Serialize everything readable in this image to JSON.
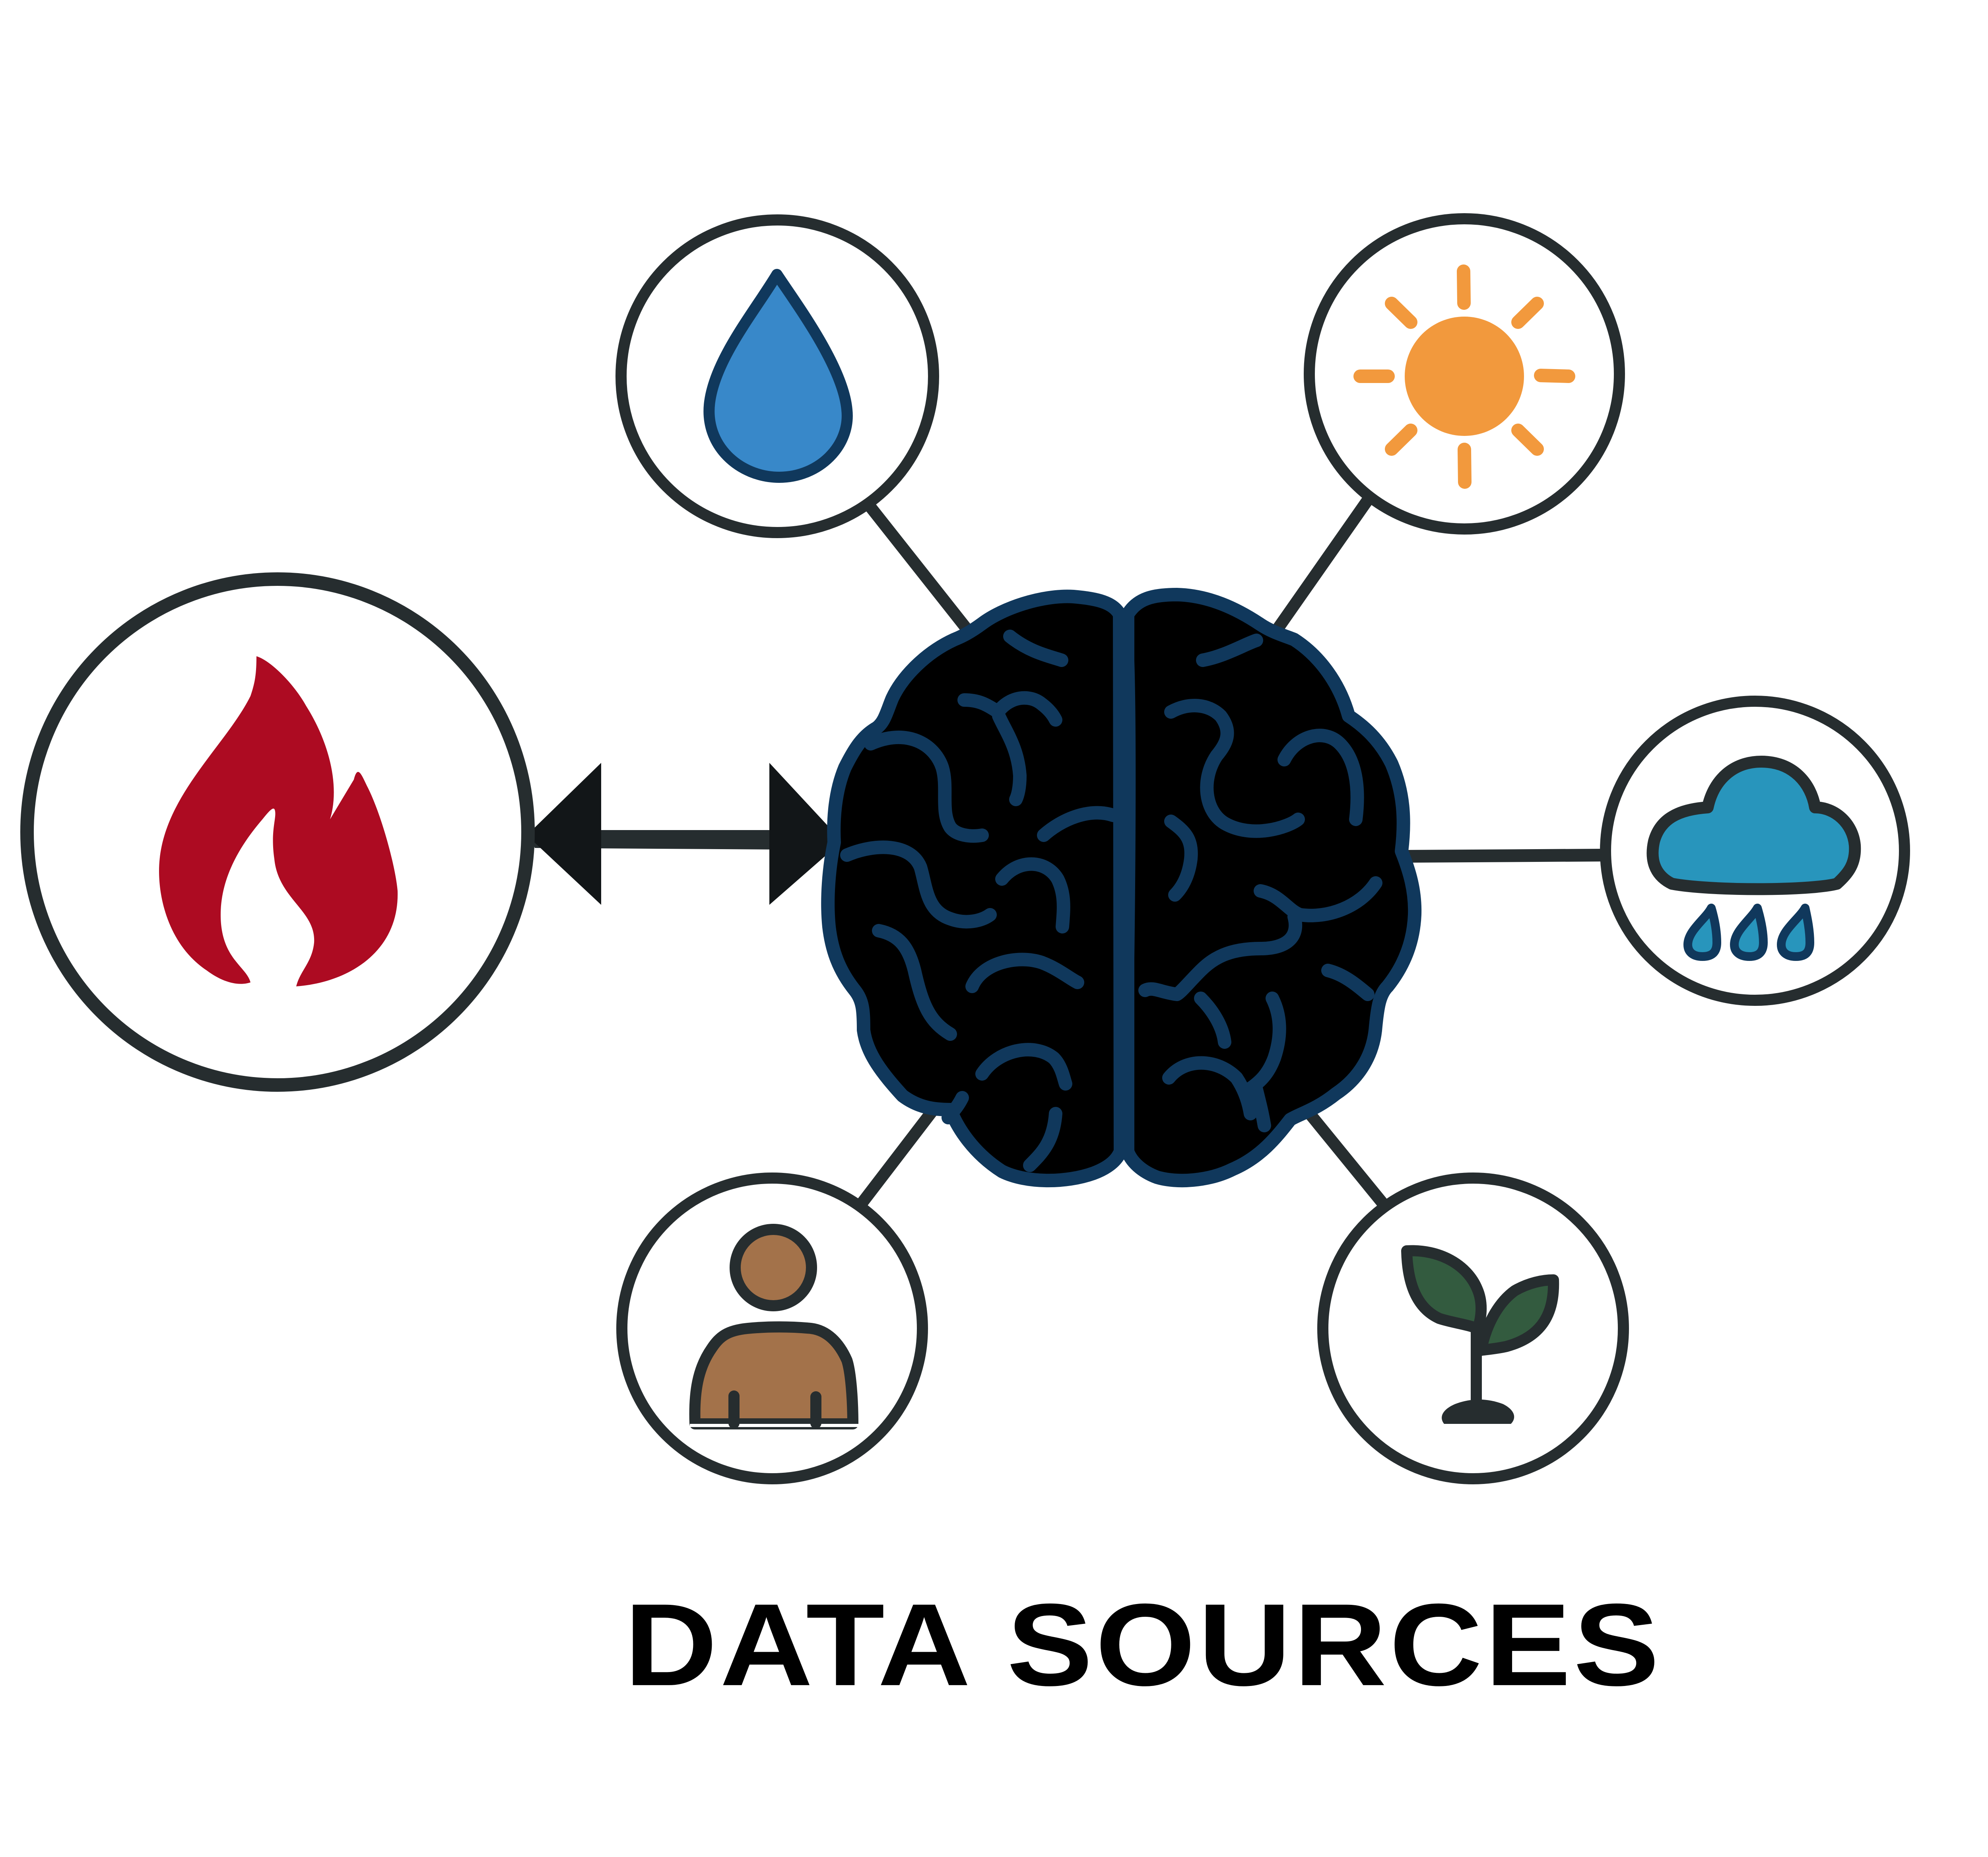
{
  "title": "DATA SOURCES",
  "colors": {
    "background": "#FFFFFF",
    "ring_stroke": "#262D2F",
    "connector": "#262D2F",
    "brain_fill": "#000000",
    "brain_outline": "#10385C",
    "fire": "#AD0B22",
    "water_fill": "#3888C9",
    "water_outline": "#10385C",
    "sun": "#F2993D",
    "cloud_fill": "#2895BC",
    "cloud_outline": "#262D2F",
    "raindrop_fill": "#2895BC",
    "raindrop_outline": "#10385C",
    "person_fill": "#A3724A",
    "person_outline": "#262D2F",
    "leaf_fill": "#335B3F",
    "plant_outline": "#262D2F",
    "title_text": "#000000"
  },
  "hub": {
    "icon": "brain-icon",
    "label": "Brain"
  },
  "nodes": [
    {
      "id": "fire",
      "icon": "fire-icon",
      "position": "left",
      "connector": "double-arrow"
    },
    {
      "id": "water",
      "icon": "water-drop-icon",
      "position": "top-left",
      "connector": "line"
    },
    {
      "id": "sun",
      "icon": "sun-icon",
      "position": "top-right",
      "connector": "line"
    },
    {
      "id": "rain",
      "icon": "rain-cloud-icon",
      "position": "right",
      "connector": "line"
    },
    {
      "id": "person",
      "icon": "person-icon",
      "position": "bottom-left",
      "connector": "line"
    },
    {
      "id": "plant",
      "icon": "plant-sprout-icon",
      "position": "bottom-right",
      "connector": "line"
    }
  ]
}
